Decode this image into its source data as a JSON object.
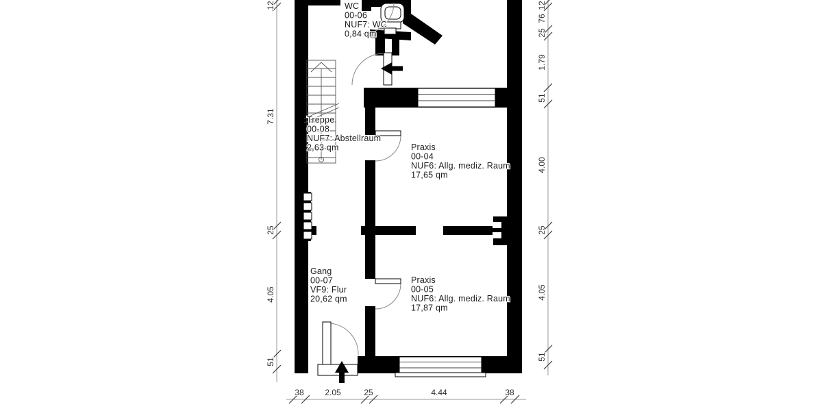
{
  "rooms": [
    {
      "name": "WC",
      "number": "00-06",
      "usage": "NUF7: WC",
      "area": "0,84 qm"
    },
    {
      "name": "Treppe",
      "number": "00-08",
      "usage": "NUF7: Abstellraum",
      "area": "2,63 qm"
    },
    {
      "name": "Praxis",
      "number": "00-04",
      "usage": "NUF6: Allg. mediz. Raum",
      "area": "17,65 qm"
    },
    {
      "name": "Gang",
      "number": "00-07",
      "usage": "VF9: Flur",
      "area": "20,62 qm"
    },
    {
      "name": "Praxis",
      "number": "00-05",
      "usage": "NUF6: Allg. mediz. Raum",
      "area": "17,87 qm"
    }
  ],
  "dims": {
    "left": [
      "12",
      "7.31",
      "25",
      "4.05",
      "51"
    ],
    "right": [
      "12",
      "76",
      "25",
      "1.79",
      "51",
      "4.00",
      "25",
      "4.05",
      "51"
    ],
    "bottom": [
      "38",
      "2.05",
      "25",
      "4.44",
      "38"
    ]
  },
  "colors": {
    "wall": "#000000",
    "dim_line": "#9a9a9a",
    "text": "#1c1c1c"
  }
}
